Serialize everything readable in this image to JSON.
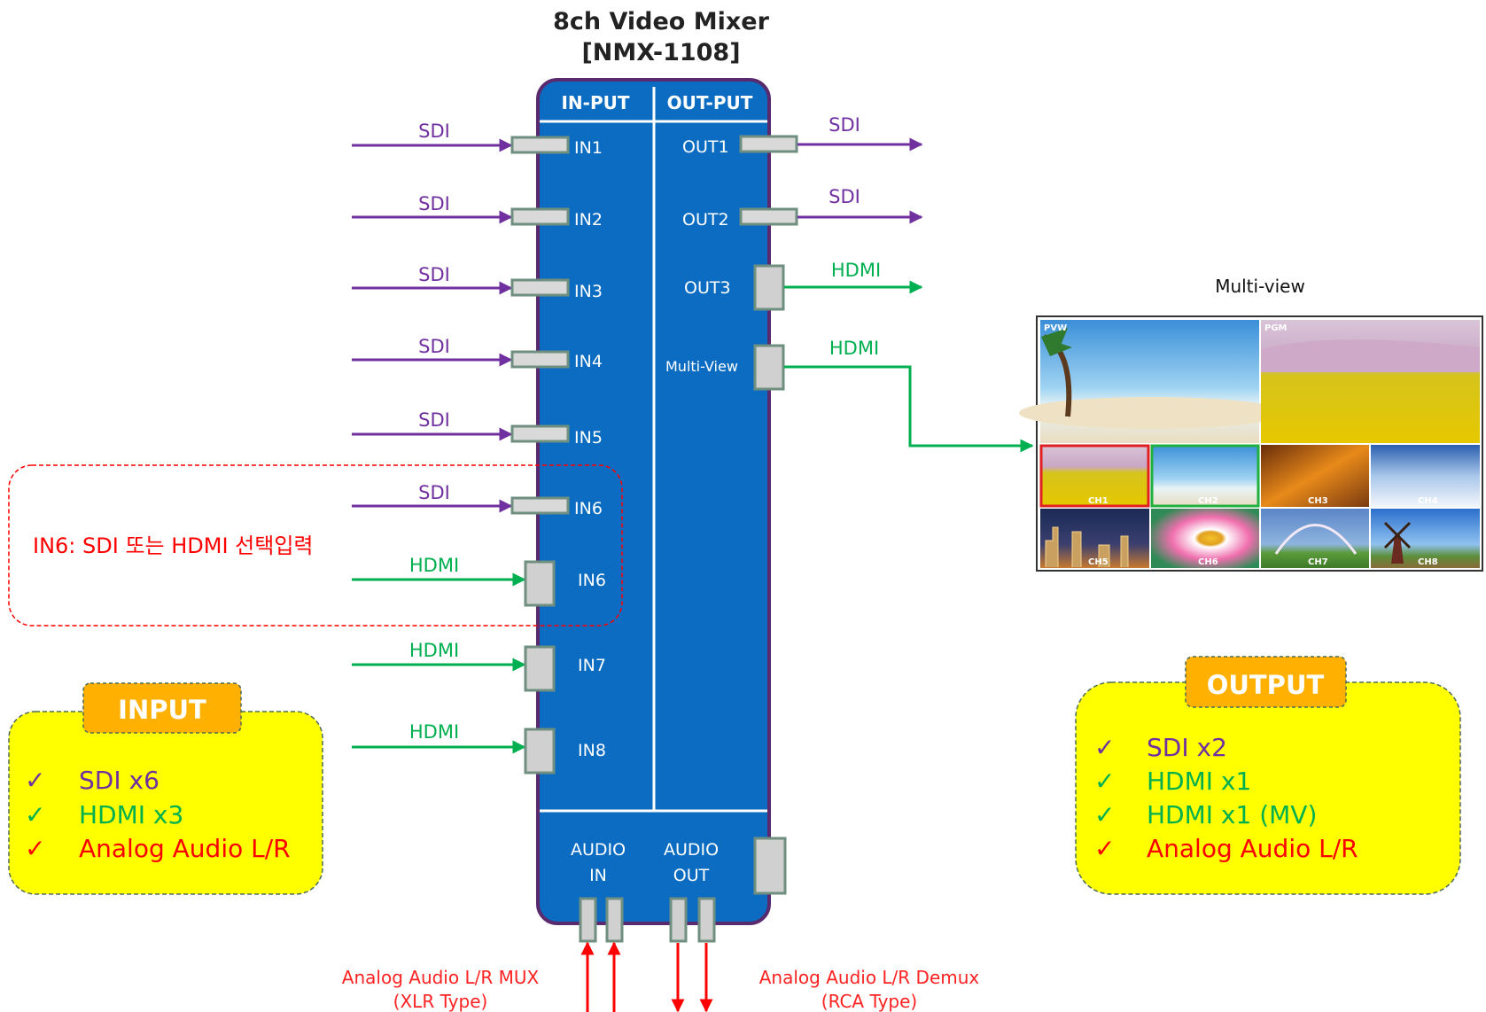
{
  "header": {
    "title_line1": "8ch Video Mixer",
    "title_line2": "[NMX-1108]"
  },
  "device": {
    "input_header": "IN-PUT",
    "output_header": "OUT-PUT",
    "inputs": [
      {
        "port": "IN1",
        "signal": "SDI"
      },
      {
        "port": "IN2",
        "signal": "SDI"
      },
      {
        "port": "IN3",
        "signal": "SDI"
      },
      {
        "port": "IN4",
        "signal": "SDI"
      },
      {
        "port": "IN5",
        "signal": "SDI"
      },
      {
        "port": "IN6",
        "signal": "SDI"
      },
      {
        "port": "IN6",
        "signal": "HDMI"
      },
      {
        "port": "IN7",
        "signal": "HDMI"
      },
      {
        "port": "IN8",
        "signal": "HDMI"
      }
    ],
    "outputs": [
      {
        "port": "OUT1",
        "signal": "SDI"
      },
      {
        "port": "OUT2",
        "signal": "SDI"
      },
      {
        "port": "OUT3",
        "signal": "HDMI"
      },
      {
        "port": "Multi-View",
        "signal": "HDMI"
      }
    ],
    "audio_in": [
      "AUDIO",
      "IN"
    ],
    "audio_out": [
      "AUDIO",
      "OUT"
    ]
  },
  "in6_note": "IN6: SDI 또는 HDMI 선택입력",
  "audio_captions": {
    "mux": [
      "Analog Audio L/R MUX",
      "(XLR Type)"
    ],
    "demux": [
      "Analog Audio L/R Demux",
      "(RCA Type)"
    ]
  },
  "input_summary": {
    "title": "INPUT",
    "check": "✓",
    "items": [
      "SDI x6",
      "HDMI x3",
      "Analog Audio L/R"
    ]
  },
  "output_summary": {
    "title": "OUTPUT",
    "check": "✓",
    "items": [
      "SDI x2",
      "HDMI x1",
      "HDMI x1 (MV)",
      "Analog Audio L/R"
    ]
  },
  "multiview": {
    "label": "Multi-view",
    "pvw": "PVW",
    "pgm": "PGM",
    "channels": [
      "CH1",
      "CH2",
      "CH3",
      "CH4",
      "CH5",
      "CH6",
      "CH7",
      "CH8"
    ]
  },
  "colors": {
    "device_fill": "#0b6cc1",
    "device_border": "#5a2a6e",
    "sdi": "#7030a0",
    "hdmi": "#00b050",
    "audio": "#ff0000",
    "summary_fill": "#ffff00",
    "summary_tab": "#ffb000"
  }
}
